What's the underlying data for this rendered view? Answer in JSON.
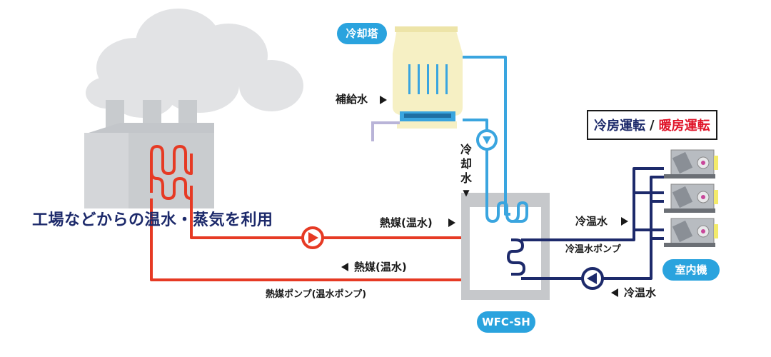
{
  "labels": {
    "cooling_tower": "冷却塔",
    "makeup_water": "補給水",
    "cooling_water_chars": [
      "冷",
      "却",
      "水",
      "▼"
    ],
    "mode_cooling": "冷房運転",
    "mode_separator": "/",
    "mode_heating": "暖房運転",
    "headline": "工場などからの温水・蒸気を利用",
    "heat_medium_in": "熱媒(温水)",
    "heat_medium_return": "熱媒(温水)",
    "heat_medium_pump": "熱媒ポンプ(温水ポンプ)",
    "chilled_hot_water_out": "冷温水",
    "chilled_hot_water_pump": "冷温水ポンプ",
    "chilled_hot_water_return": "冷温水",
    "indoor_unit": "室内機",
    "unit_name": "WFC-SH"
  },
  "colors": {
    "hot_pipe": "#e63a24",
    "cooling_pipe": "#3aa5df",
    "chilled_pipe": "#1d2a6b",
    "accent_pill": "#2aa3de",
    "cooling_text": "#1d2a6b",
    "heating_text": "#e0152a"
  },
  "icons": [
    "arrow-right-icon",
    "arrow-left-icon",
    "arrow-down-icon",
    "pump-icon",
    "factory-icon",
    "cooling-tower-icon",
    "indoor-unit-icon"
  ]
}
